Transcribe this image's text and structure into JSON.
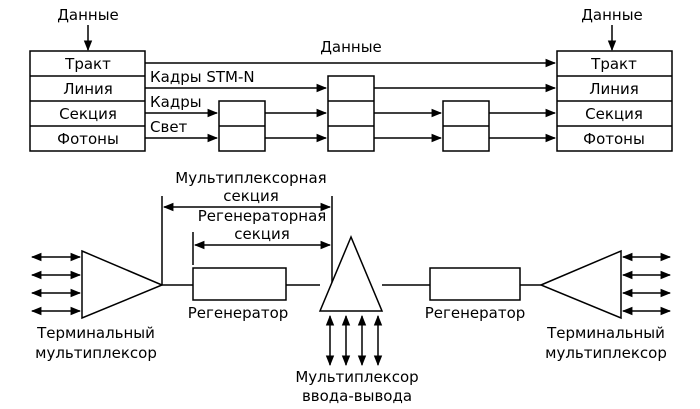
{
  "top": {
    "left_input_label": "Данные",
    "right_input_label": "Данные",
    "data_line_label": "Данные",
    "frames_stm_label": "Кадры STM-N",
    "frames_label": "Кадры",
    "light_label": "Свет",
    "layers": [
      "Тракт",
      "Линия",
      "Секция",
      "Фотоны"
    ]
  },
  "bottom": {
    "mux_section_label": [
      "Мультиплексорная",
      "секция"
    ],
    "regen_section_label": [
      "Регенераторная",
      "секция"
    ],
    "left_terminal_label": [
      "Терминальный",
      "мультиплексор"
    ],
    "right_terminal_label": [
      "Терминальный",
      "мультиплексор"
    ],
    "regenerator_left_label": "Регенератор",
    "regenerator_right_label": "Регенератор",
    "add_drop_mux_label": [
      "Мультиплексор",
      "ввода-вывода"
    ]
  }
}
